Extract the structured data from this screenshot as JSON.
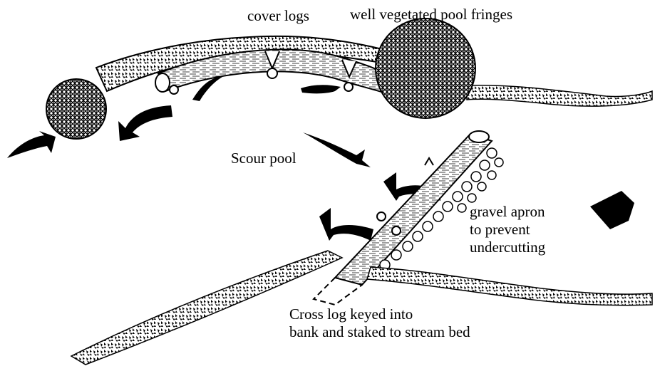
{
  "labels": {
    "cover_logs": "cover logs",
    "pool_fringes": "well vegetated pool fringes",
    "scour_pool": "Scour pool",
    "gravel_apron": [
      "gravel apron",
      "to prevent",
      "undercutting"
    ],
    "cross_log": [
      "Cross log keyed into",
      "bank and staked to stream bed"
    ]
  },
  "colors": {
    "ink": "#000000",
    "paper": "#ffffff"
  }
}
